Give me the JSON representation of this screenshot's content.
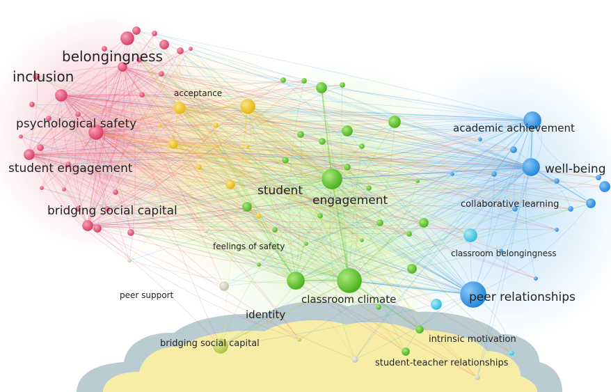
{
  "network": {
    "colors": {
      "red": "#e0466e",
      "yellow": "#e8c21c",
      "green": "#5cc327",
      "blue": "#2f95e6",
      "cyan": "#39c7e6",
      "olive": "#b9cc52",
      "grey": "#c9c9b4"
    },
    "labels": {
      "belongingness": "belongingness",
      "inclusion": "inclusion",
      "psychological_safety": "psychological safety",
      "student_engagement": "student engagement",
      "bridging_social_capital_top": "bridging social capital",
      "acceptance": "acceptance",
      "student": "student",
      "engagement": "engagement",
      "academic_achievement": "academic achievement",
      "well_being": "well-being",
      "collaborative_learning": "collaborative learning",
      "classroom_belongingness": "classroom belongingness",
      "feelings_of_safety": "feelings of safety",
      "peer_support": "peer support",
      "classroom_climate": "classroom climate",
      "peer_relationships": "peer relationships",
      "identity": "identity",
      "bridging_social_capital_bottom": "bridging social capital",
      "intrinsic_motivation": "intrinsic motivation",
      "student_teacher_relationships": "student-teacher relationships"
    }
  }
}
